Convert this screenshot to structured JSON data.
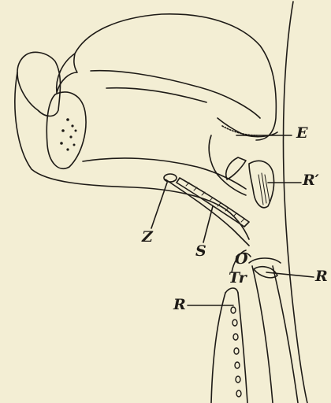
{
  "labels": {
    "E": "E",
    "R_prime": "R′",
    "Z": "Z",
    "S": "S",
    "O": "O",
    "Tr": "Tr",
    "R_right": "R",
    "R_left": "R"
  },
  "colors": {
    "paper": "#f3eed4",
    "ink": "#1e1b17"
  }
}
